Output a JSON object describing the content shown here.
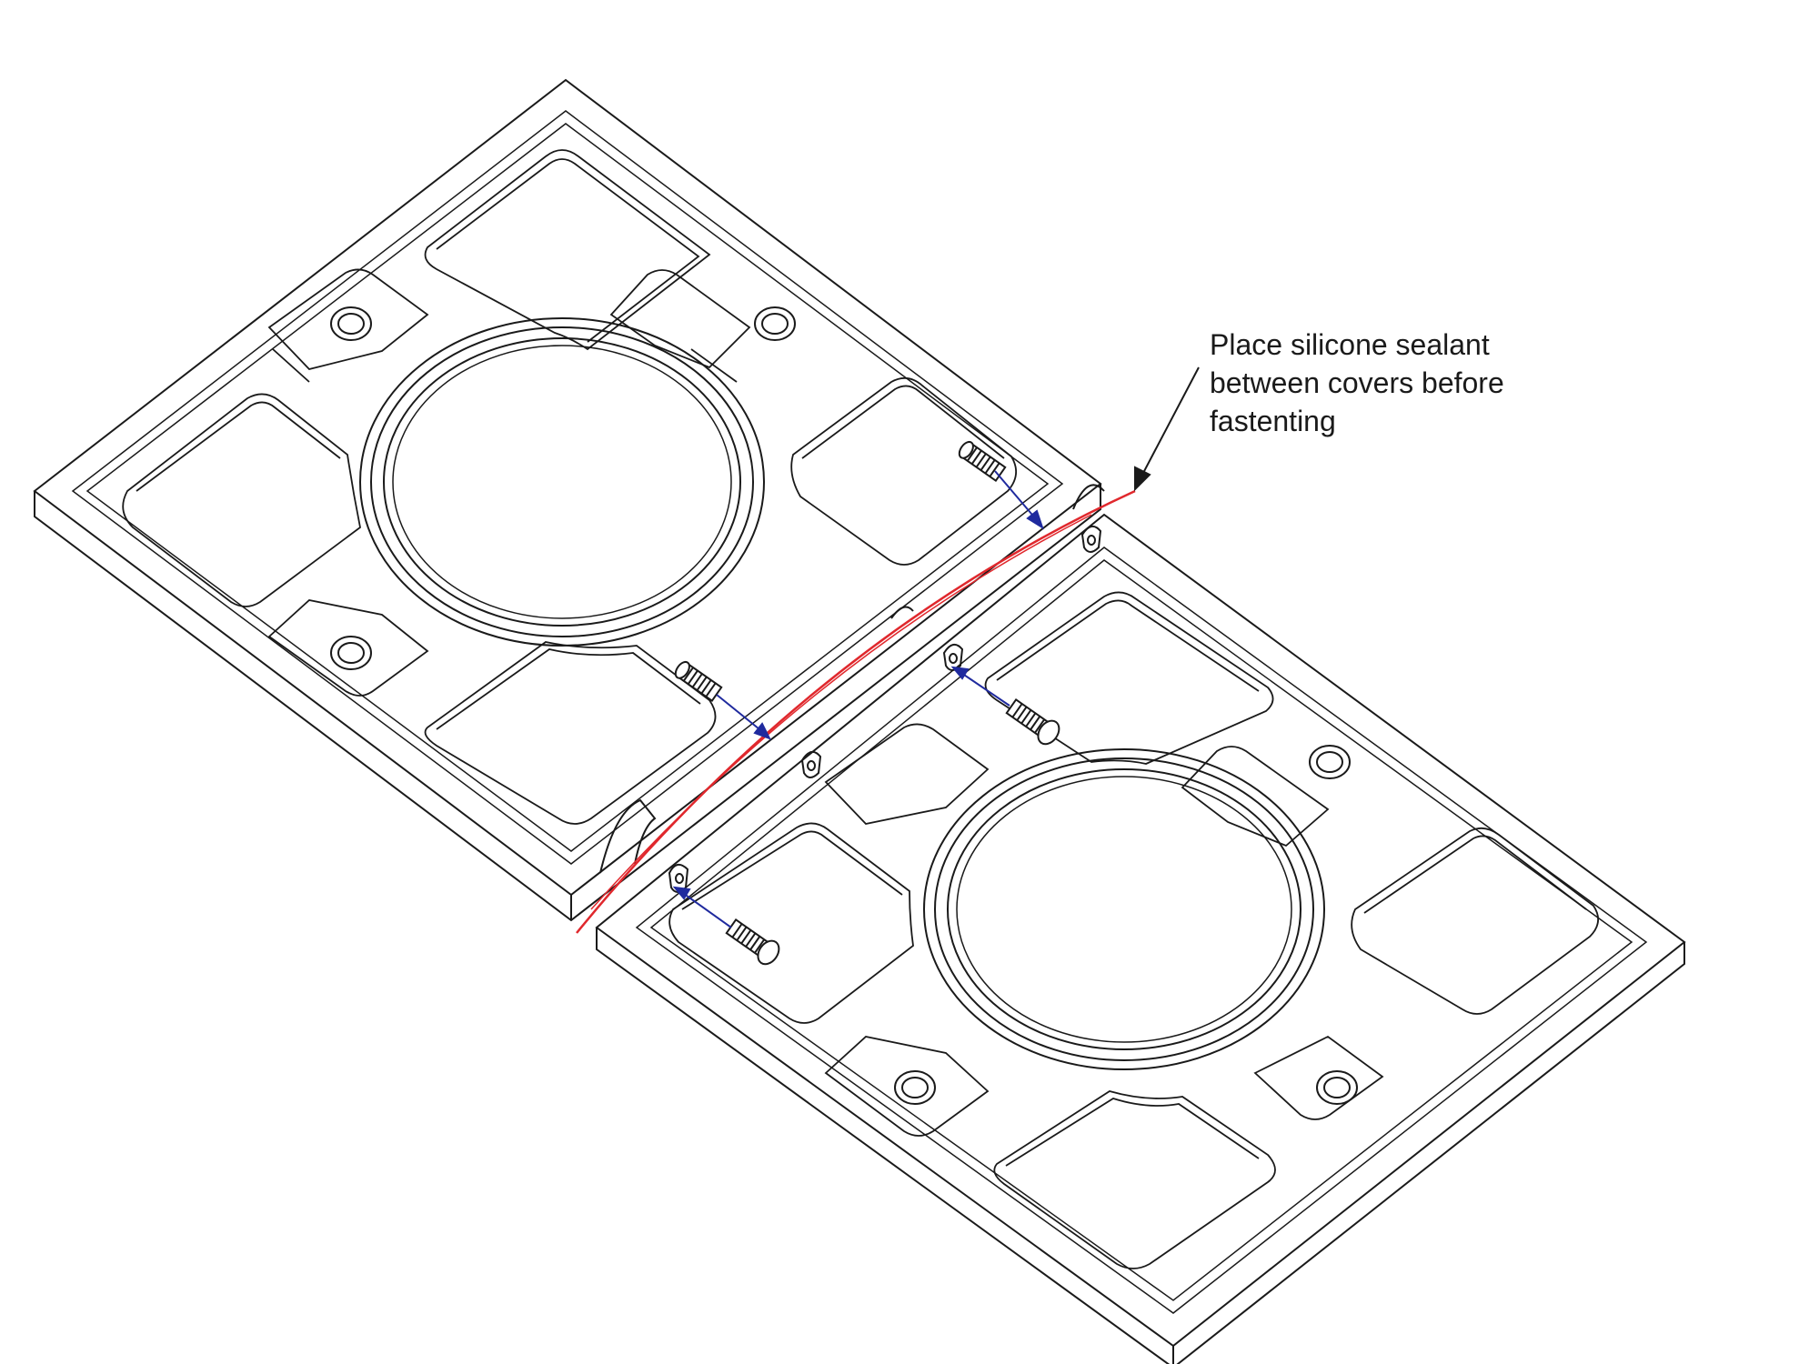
{
  "annotation": {
    "lines": [
      "Place silicone sealant",
      "between covers before",
      "fastenting"
    ]
  },
  "colors": {
    "outline": "#1a1a1a",
    "sealant": "#e0282d",
    "fastener_path": "#1f2a9e",
    "background": "#ffffff"
  }
}
